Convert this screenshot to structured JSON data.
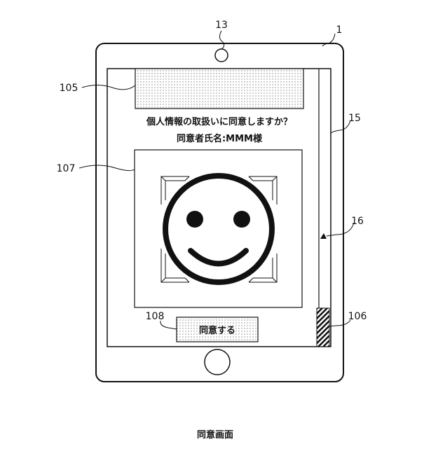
{
  "screen": {
    "question": "個人情報の取扱いに同意しますか？",
    "consenter_name": "同意者氏名:MMM様",
    "agree_button": "同意する"
  },
  "caption": "同意画面",
  "reference_numerals": {
    "device": "1",
    "camera": "13",
    "display": "15",
    "scroll_indicator": "16",
    "banner_area": "105",
    "scroll_bar_end": "106",
    "face_frame": "107",
    "agree_button": "108"
  }
}
